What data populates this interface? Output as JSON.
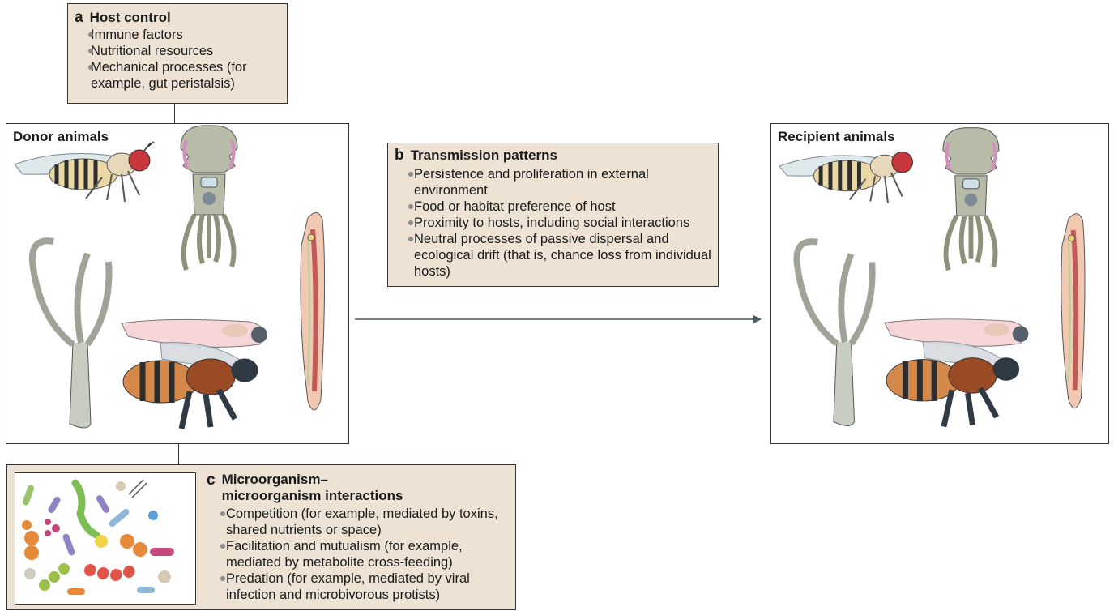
{
  "host_control": {
    "letter": "a",
    "title": "Host control",
    "items": [
      "Immune factors",
      "Nutritional resources",
      "Mechanical processes (for example, gut peristalsis)"
    ]
  },
  "transmission": {
    "letter": "b",
    "title": "Transmission patterns",
    "items": [
      "Persistence and proliferation in external environment",
      "Food or habitat preference of host",
      "Proximity to hosts, including social interactions",
      "Neutral processes of passive dispersal and ecological drift (that is, chance loss from individual hosts)"
    ]
  },
  "microbe_interactions": {
    "letter": "c",
    "title": "Microorganism–microorganism interactions",
    "items": [
      "Competition (for example, mediated by toxins, shared nutrients or space)",
      "Facilitation and mutualism (for example, mediated by metabolite cross-feeding)",
      "Predation (for example, mediated by viral infection and microbivorous protists)"
    ]
  },
  "donor": {
    "title": "Donor animals"
  },
  "recipient": {
    "title": "Recipient animals"
  },
  "colors": {
    "box_fill": "#ede2d3",
    "border": "#333333",
    "bullet": "#8a8a8a",
    "arrow": "#4a5a66"
  },
  "icons": [
    "fruit-fly-icon",
    "squid-icon",
    "nematode-icon",
    "hydra-icon",
    "zebrafish-icon",
    "honeybee-icon"
  ]
}
